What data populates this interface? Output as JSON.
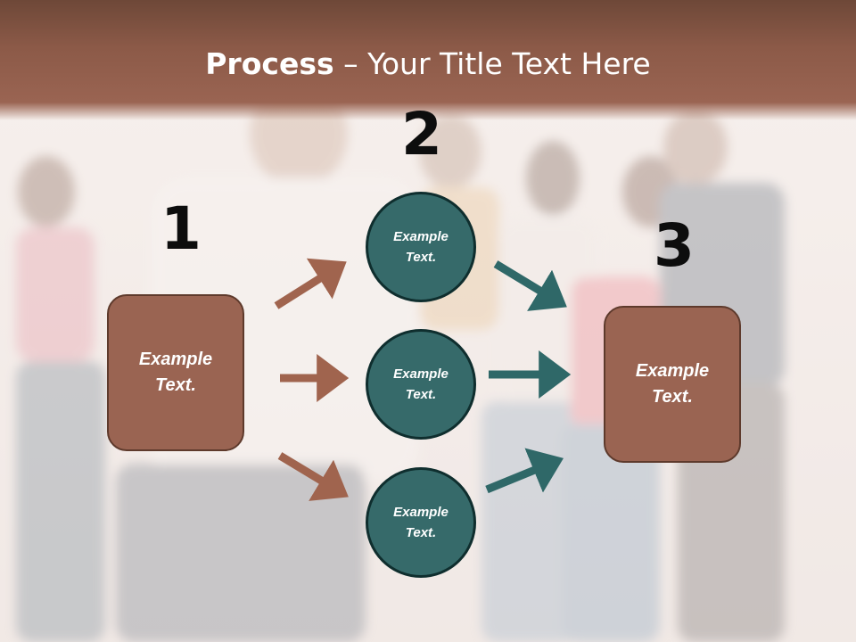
{
  "slide": {
    "title_bold": "Process",
    "title_rest": " – Your Title Text Here"
  },
  "steps": [
    {
      "number": "1",
      "label": "Example\nText."
    },
    {
      "number": "2",
      "labels": [
        "Example\nText.",
        "Example\nText.",
        "Example\nText."
      ]
    },
    {
      "number": "3",
      "label": "Example\nText."
    }
  ],
  "colors": {
    "header": "#8c5a48",
    "box_fill": "#9a6452",
    "circle_fill": "#366a6a",
    "arrow_brown": "#a0644e",
    "arrow_teal": "#2f6868"
  }
}
